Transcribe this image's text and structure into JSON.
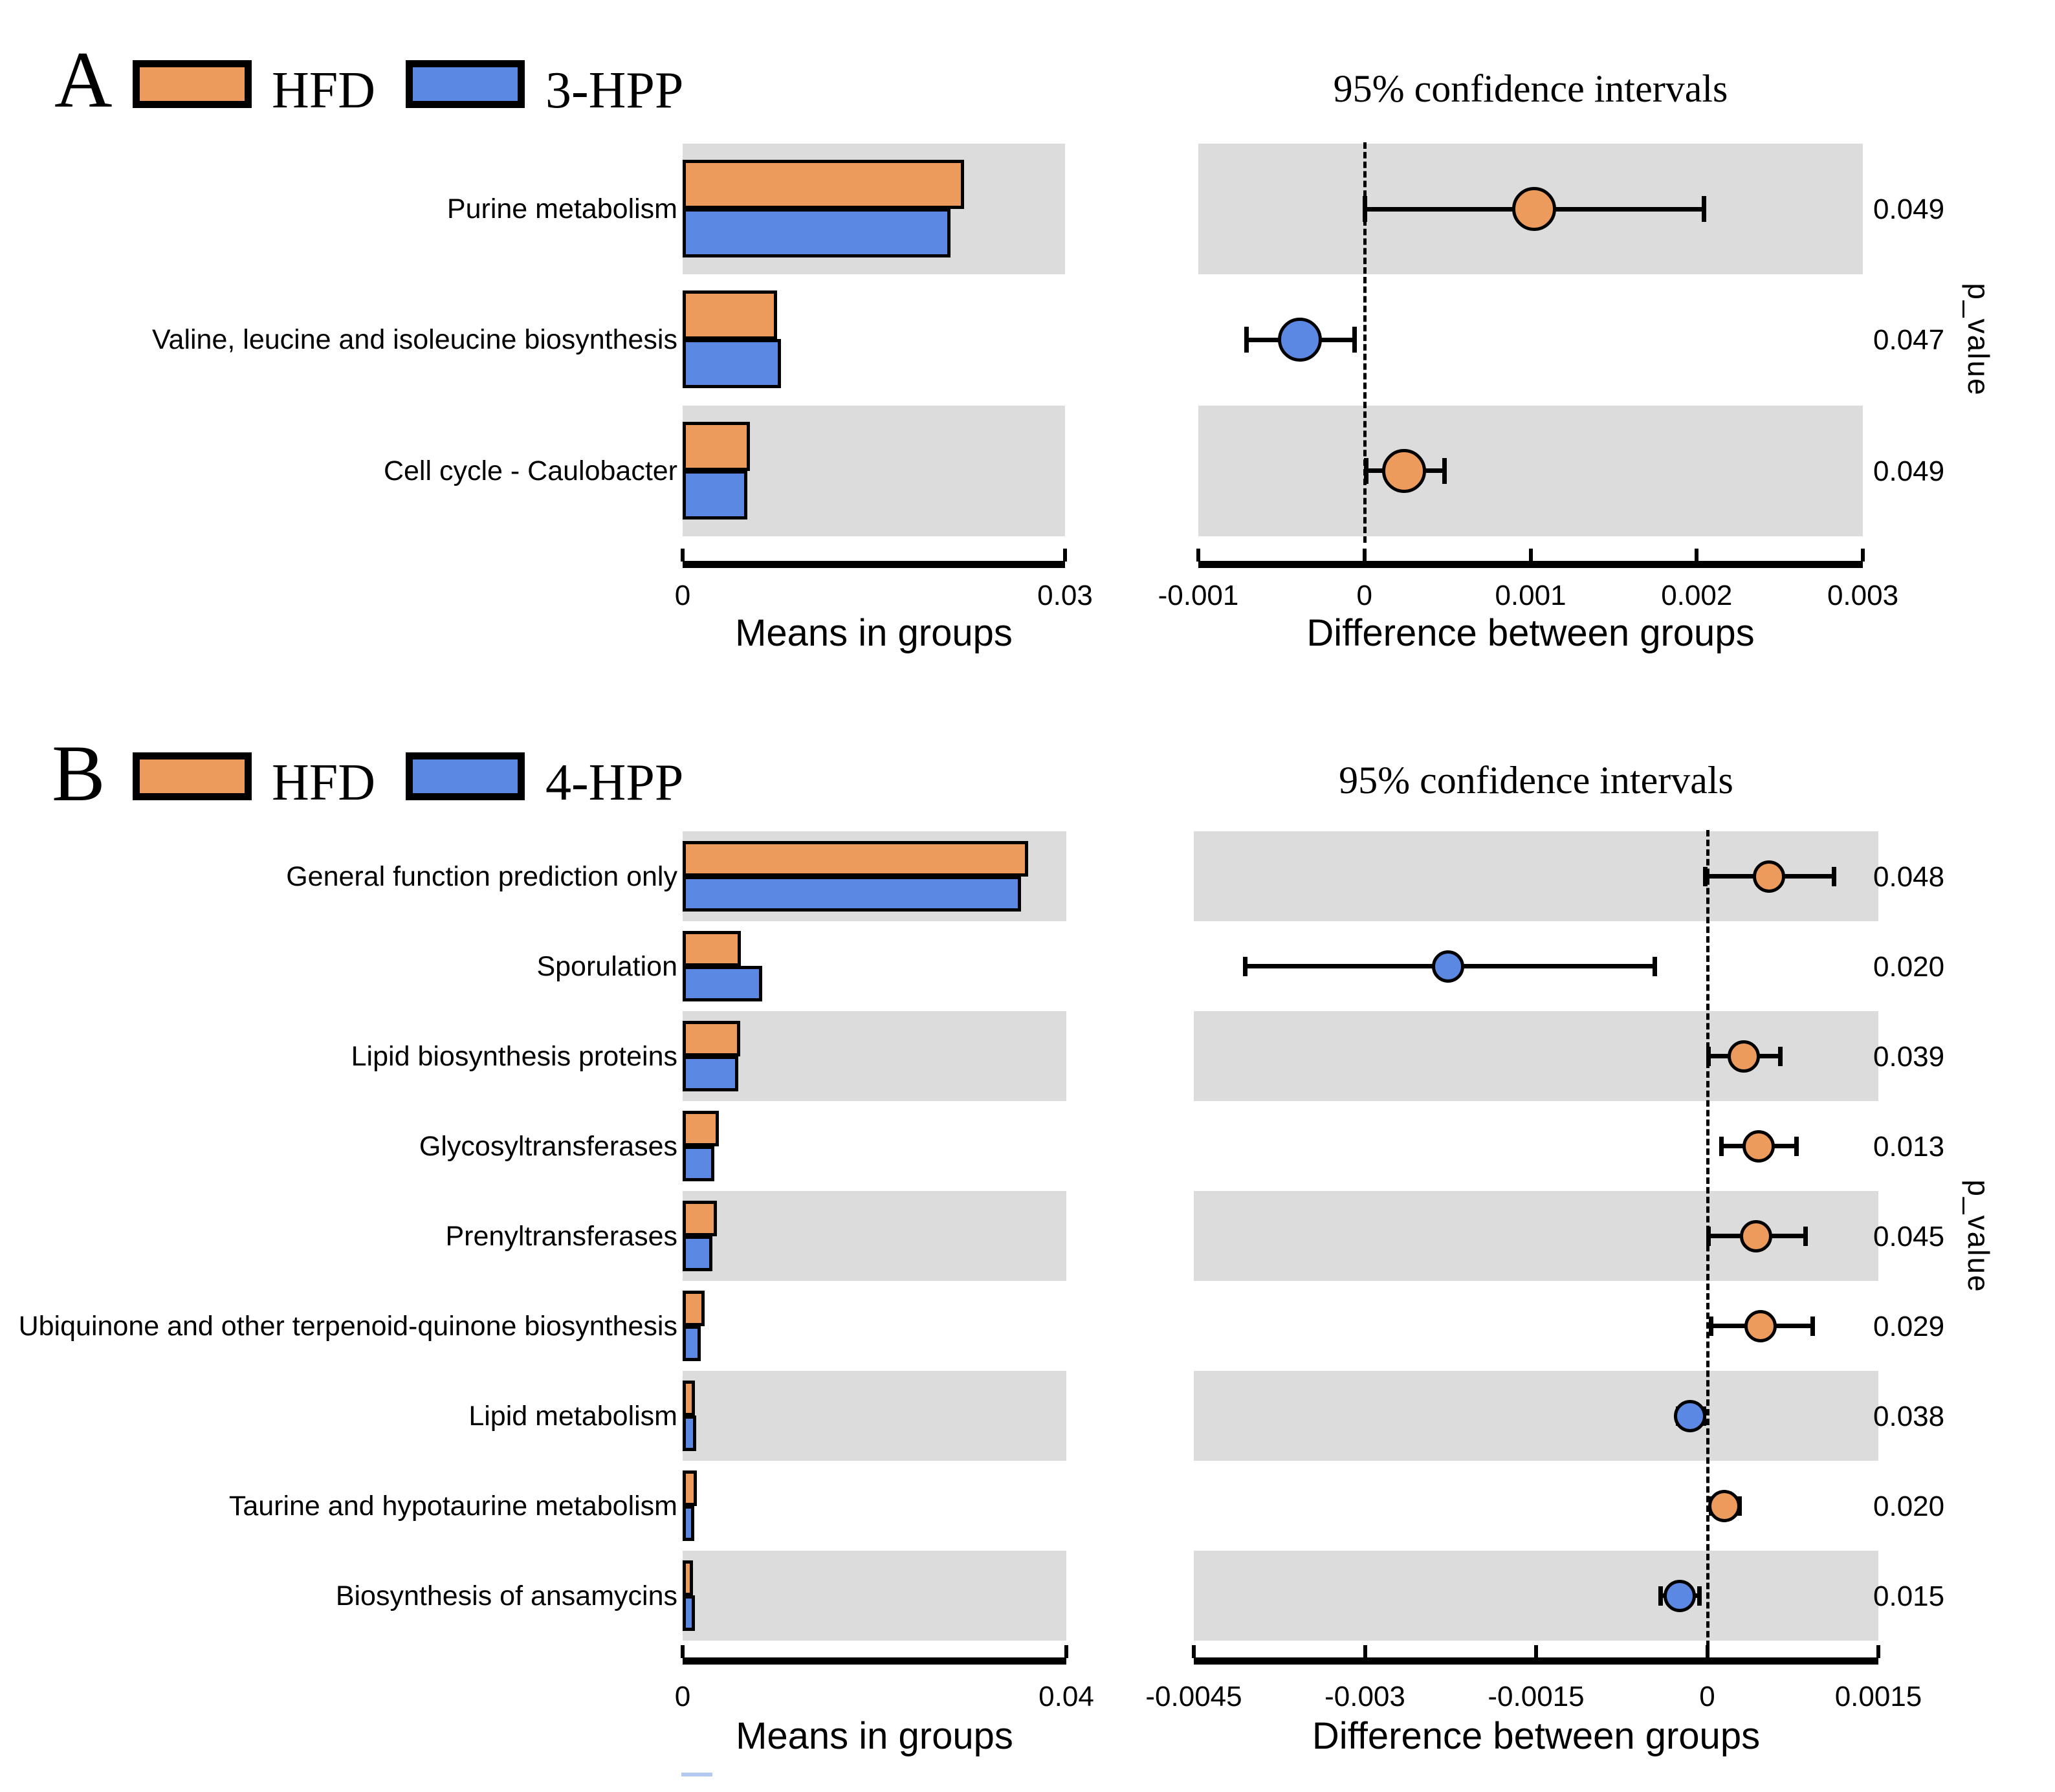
{
  "figure": {
    "background": "#ffffff",
    "band_color": "#dcdcdc",
    "stray_mark_color": "#b3c9f0"
  },
  "chart_data": {
    "type": "extended_error_bar",
    "description": "STAMP-style extended error bar plots: grouped mean bars with 95% confidence intervals of the difference between groups and p-values",
    "colors": {
      "hfd": "#ec9b5c",
      "treatment": "#5b88e2"
    },
    "panels": [
      {
        "letter": "A",
        "legend": [
          {
            "label": "HFD",
            "color_key": "hfd"
          },
          {
            "label": "3-HPP",
            "color_key": "treatment"
          }
        ],
        "ci_title": "95% confidence intervals",
        "p_axis_label": "p_value",
        "left_axis": {
          "min": 0,
          "max": 0.03,
          "tick_values": [
            0,
            0.03
          ],
          "tick_labels": [
            "0",
            "0.03"
          ],
          "title": "Means in groups"
        },
        "right_axis": {
          "min": -0.001,
          "max": 0.003,
          "tick_values": [
            -0.001,
            0,
            0.001,
            0.002,
            0.003
          ],
          "tick_labels": [
            "-0.001",
            "0",
            "0.001",
            "0.002",
            "0.003"
          ],
          "title": "Difference between groups"
        },
        "rows": [
          {
            "category": "Purine metabolism",
            "means": [
              0.0221,
              0.021
            ],
            "diff": 0.00102,
            "ci": [
              0.0,
              0.00204
            ],
            "enriched": "hfd",
            "p": "0.049"
          },
          {
            "category": "Valine, leucine and isoleucine biosynthesis",
            "means": [
              0.0074,
              0.0077
            ],
            "diff": -0.00039,
            "ci": [
              -0.00071,
              -6e-05
            ],
            "enriched": "treatment",
            "p": "0.047"
          },
          {
            "category": "Cell cycle - Caulobacter",
            "means": [
              0.0053,
              0.0051
            ],
            "diff": 0.00024,
            "ci": [
              1e-05,
              0.00048
            ],
            "enriched": "hfd",
            "p": "0.049"
          }
        ]
      },
      {
        "letter": "B",
        "legend": [
          {
            "label": "HFD",
            "color_key": "hfd"
          },
          {
            "label": "4-HPP",
            "color_key": "treatment"
          }
        ],
        "ci_title": "95% confidence intervals",
        "p_axis_label": "p_value",
        "left_axis": {
          "min": 0,
          "max": 0.04,
          "tick_values": [
            0,
            0.04
          ],
          "tick_labels": [
            "0",
            "0.04"
          ],
          "title": "Means in groups"
        },
        "right_axis": {
          "min": -0.0045,
          "max": 0.0015,
          "tick_values": [
            -0.0045,
            -0.003,
            -0.0015,
            0,
            0.0015
          ],
          "tick_labels": [
            "-0.0045",
            "-0.003",
            "-0.0015",
            "0",
            "0.0015"
          ],
          "title": "Difference between groups"
        },
        "rows": [
          {
            "category": "General function prediction only",
            "means": [
              0.036,
              0.0353
            ],
            "diff": 0.00054,
            "ci": [
              -2e-05,
              0.00111
            ],
            "enriched": "hfd",
            "p": "0.048"
          },
          {
            "category": "Sporulation",
            "means": [
              0.0061,
              0.0083
            ],
            "diff": -0.00227,
            "ci": [
              -0.00405,
              -0.00046
            ],
            "enriched": "treatment",
            "p": "0.020"
          },
          {
            "category": "Lipid biosynthesis proteins",
            "means": [
              0.006,
              0.0058
            ],
            "diff": 0.00032,
            "ci": [
              1e-05,
              0.00064
            ],
            "enriched": "hfd",
            "p": "0.039"
          },
          {
            "category": "Glycosyltransferases",
            "means": [
              0.0038,
              0.0033
            ],
            "diff": 0.00045,
            "ci": [
              0.00012,
              0.00078
            ],
            "enriched": "hfd",
            "p": "0.013"
          },
          {
            "category": "Prenyltransferases",
            "means": [
              0.0036,
              0.0031
            ],
            "diff": 0.00043,
            "ci": [
              1e-05,
              0.00086
            ],
            "enriched": "hfd",
            "p": "0.045"
          },
          {
            "category": "Ubiquinone and other terpenoid-quinone biosynthesis",
            "means": [
              0.0023,
              0.0019
            ],
            "diff": 0.00047,
            "ci": [
              3e-05,
              0.00092
            ],
            "enriched": "hfd",
            "p": "0.029"
          },
          {
            "category": "Lipid metabolism",
            "means": [
              0.0013,
              0.0014
            ],
            "diff": -0.00015,
            "ci": [
              -0.00026,
              -3e-05
            ],
            "enriched": "treatment",
            "p": "0.038"
          },
          {
            "category": "Taurine and hypotaurine metabolism",
            "means": [
              0.0015,
              0.0012
            ],
            "diff": 0.00015,
            "ci": [
              3e-05,
              0.00028
            ],
            "enriched": "hfd",
            "p": "0.020"
          },
          {
            "category": "Biosynthesis of ansamycins",
            "means": [
              0.0011,
              0.0013
            ],
            "diff": -0.00024,
            "ci": [
              -0.00041,
              -7e-05
            ],
            "enriched": "treatment",
            "p": "0.015"
          }
        ]
      }
    ]
  }
}
